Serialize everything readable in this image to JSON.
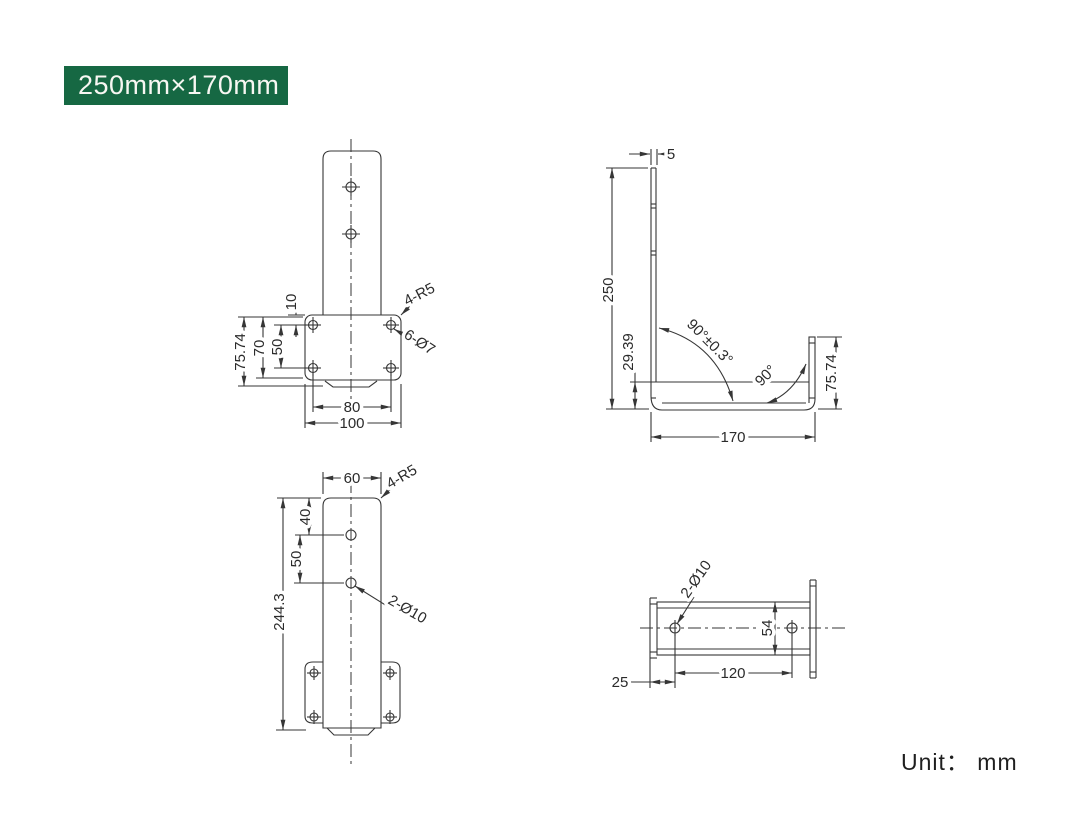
{
  "badge": {
    "label": "250mm×170mm",
    "bg": "#166843"
  },
  "unit": {
    "label": "Unit： mm"
  },
  "colors": {
    "line": "#363636",
    "badge_bg": "#166843",
    "badge_fg": "#f7f7f2"
  },
  "views": {
    "front_upper": {
      "dims": {
        "top_hole_offset": "10",
        "plate_total_height": "75.74",
        "plate_height": "70",
        "hole_row_spacing": "50",
        "hole_span": "80",
        "plate_width": "100",
        "corner_radius": "4-R5",
        "hole_callout": "6-Ø7"
      }
    },
    "side": {
      "dims": {
        "thickness": "5",
        "height": "250",
        "channel_depth": "29.39",
        "angle_tol": "90°±0.3°",
        "angle": "90°",
        "flange_height": "75.74",
        "base_length": "170"
      }
    },
    "front_lower": {
      "dims": {
        "arm_width": "60",
        "corner_radius": "4-R5",
        "top_hole_offset": "40",
        "hole_spacing": "50",
        "overall_height": "244.3",
        "hole_callout": "2-Ø10"
      }
    },
    "top": {
      "dims": {
        "hole_callout": "2-Ø10",
        "body_width": "54",
        "hole_spacing": "120",
        "edge_to_hole": "25"
      }
    }
  }
}
